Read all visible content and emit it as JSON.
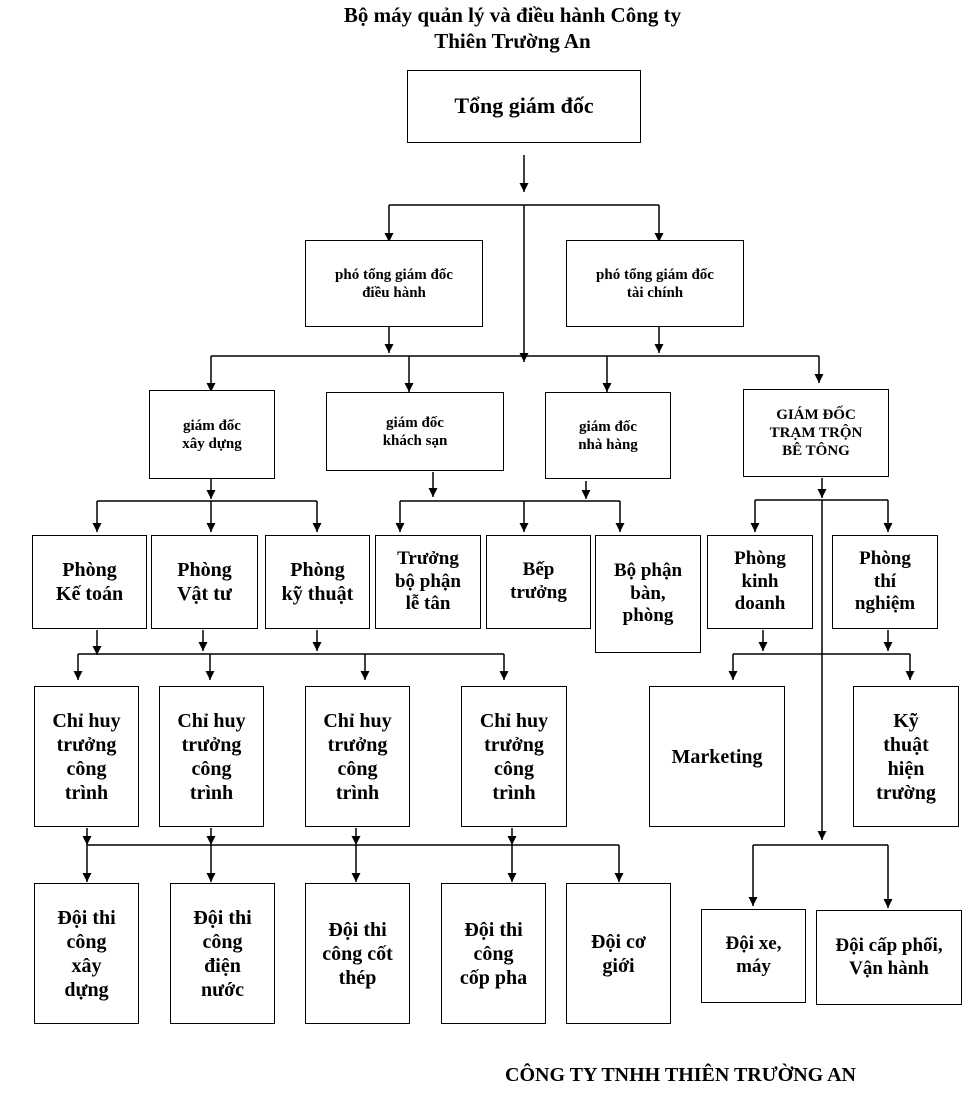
{
  "title": {
    "line1": "Bộ máy quản lý và điều hành Công ty",
    "line2": "Thiên Trường An"
  },
  "nodes": {
    "ceo": "Tổng giám đốc",
    "deputy_ops": "phó tổng giám đốc\nđiều hành",
    "deputy_fin": "phó tổng giám đốc\ntài chính",
    "dir_construction": "giám đốc\nxây dựng",
    "dir_hotel": "giám đốc\nkhách sạn",
    "dir_restaurant": "giám đốc\nnhà hàng",
    "dir_concrete": "GIÁM ĐỐC\nTRẠM TRỘN\nBÊ TÔNG",
    "accounting": "Phòng\nKế toán",
    "materials": "Phòng\nVật tư",
    "technical": "Phòng\nkỹ thuật",
    "reception": "Trưởng\nbộ phận\nlễ tân",
    "chef": "Bếp\ntrưởng",
    "service": "Bộ phận\nbàn,\nphòng",
    "sales": "Phòng\nkinh\ndoanh",
    "lab": "Phòng\nthí\nnghiệm",
    "site_cmd_1": "Chỉ huy\ntrưởng\ncông\ntrình",
    "site_cmd_2": "Chỉ huy\ntrưởng\ncông\ntrình",
    "site_cmd_3": "Chỉ huy\ntrưởng\ncông\ntrình",
    "site_cmd_4": "Chỉ huy\ntrưởng\ncông\ntrình",
    "marketing": "Marketing",
    "field_tech": "Kỹ\nthuật\nhiện\ntrường",
    "team_building": "Đội thi\ncông\nxây\ndựng",
    "team_electric": "Đội thi\ncông\nđiện\nnước",
    "team_steel": "Đội thi\ncông cốt\nthép",
    "team_formwork": "Đội thi\ncông\ncốp pha",
    "team_mech": "Đội cơ\ngiới",
    "team_vehicles": "Đội xe,\nmáy",
    "team_mixing": "Đội cấp phối,\nVận hành"
  },
  "footer": "CÔNG TY TNHH THIÊN TRƯỜNG AN"
}
